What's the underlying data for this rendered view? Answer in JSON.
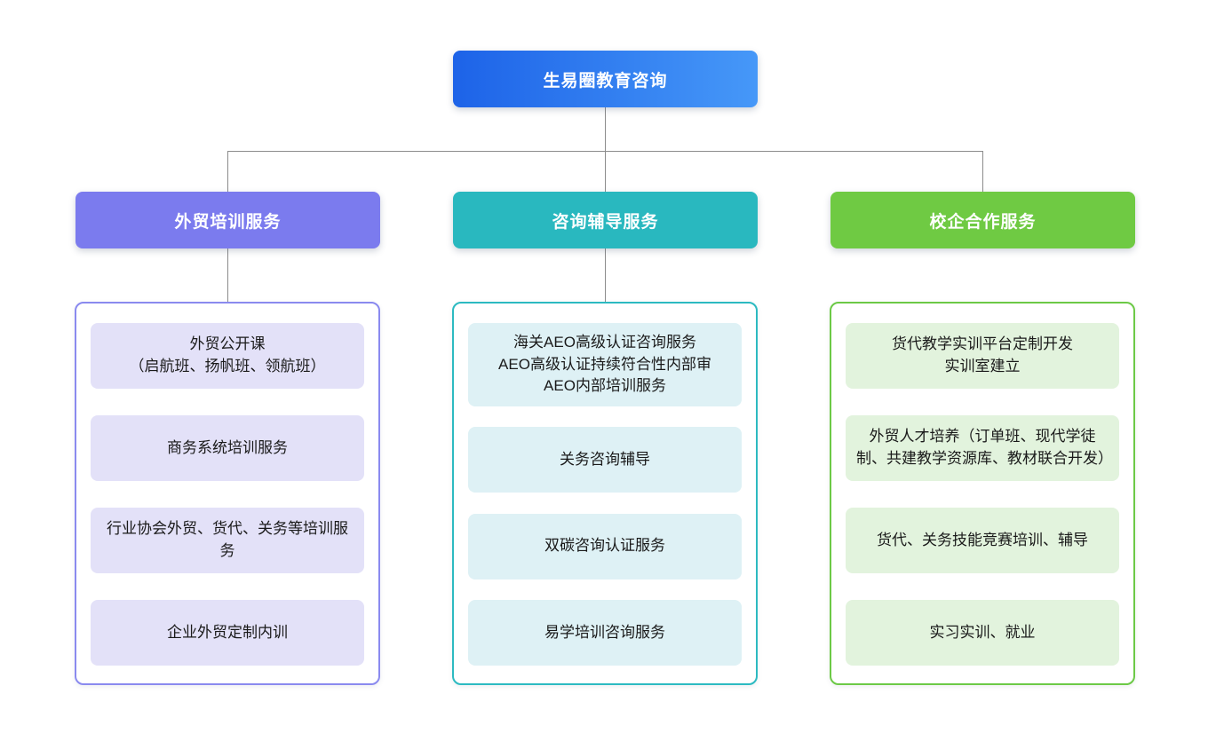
{
  "diagram": {
    "root": {
      "label": "生易圈教育咨询"
    },
    "colors": {
      "root_gradient_start": "#1d63e8",
      "root_gradient_end": "#4698f8",
      "connector": "#8c8c8c",
      "branch_purple": "#7b7bee",
      "branch_teal": "#29b8bf",
      "branch_green": "#6fca43",
      "item_bg_purple": "#e3e1f8",
      "item_bg_teal": "#def1f5",
      "item_bg_green": "#e2f3dd",
      "border_purple": "#8a8aef",
      "border_teal": "#2cbac1",
      "border_green": "#6cc946"
    },
    "branches": [
      {
        "header": "外贸培训服务",
        "items": [
          {
            "text": "外贸公开课\n（启航班、扬帆班、领航班）"
          },
          {
            "text": "商务系统培训服务"
          },
          {
            "text": "行业协会外贸、货代、关务等培训服务"
          },
          {
            "text": "企业外贸定制内训"
          }
        ]
      },
      {
        "header": "咨询辅导服务",
        "items": [
          {
            "text": "海关AEO高级认证咨询服务\nAEO高级认证持续符合性内部审\nAEO内部培训服务"
          },
          {
            "text": "关务咨询辅导"
          },
          {
            "text": "双碳咨询认证服务"
          },
          {
            "text": "易学培训咨询服务"
          }
        ]
      },
      {
        "header": "校企合作服务",
        "items": [
          {
            "text": "货代教学实训平台定制开发\n实训室建立"
          },
          {
            "text": "外贸人才培养（订单班、现代学徒制、共建教学资源库、教材联合开发）"
          },
          {
            "text": "货代、关务技能竞赛培训、辅导"
          },
          {
            "text": "实习实训、就业"
          }
        ]
      }
    ]
  }
}
